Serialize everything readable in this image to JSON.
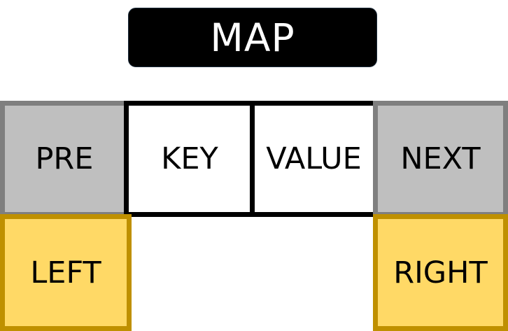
{
  "title": "MAP",
  "node": {
    "pre": "PRE",
    "key": "KEY",
    "value": "VALUE",
    "next": "NEXT"
  },
  "children": {
    "left": "LEFT",
    "right": "RIGHT"
  },
  "colors": {
    "title_bg": "#000000",
    "title_text": "#ffffff",
    "link_fill": "#bfbfbf",
    "link_border": "#7f7f7f",
    "entry_fill": "#ffffff",
    "entry_border": "#000000",
    "child_fill": "#ffd966",
    "child_border": "#bf9000"
  }
}
